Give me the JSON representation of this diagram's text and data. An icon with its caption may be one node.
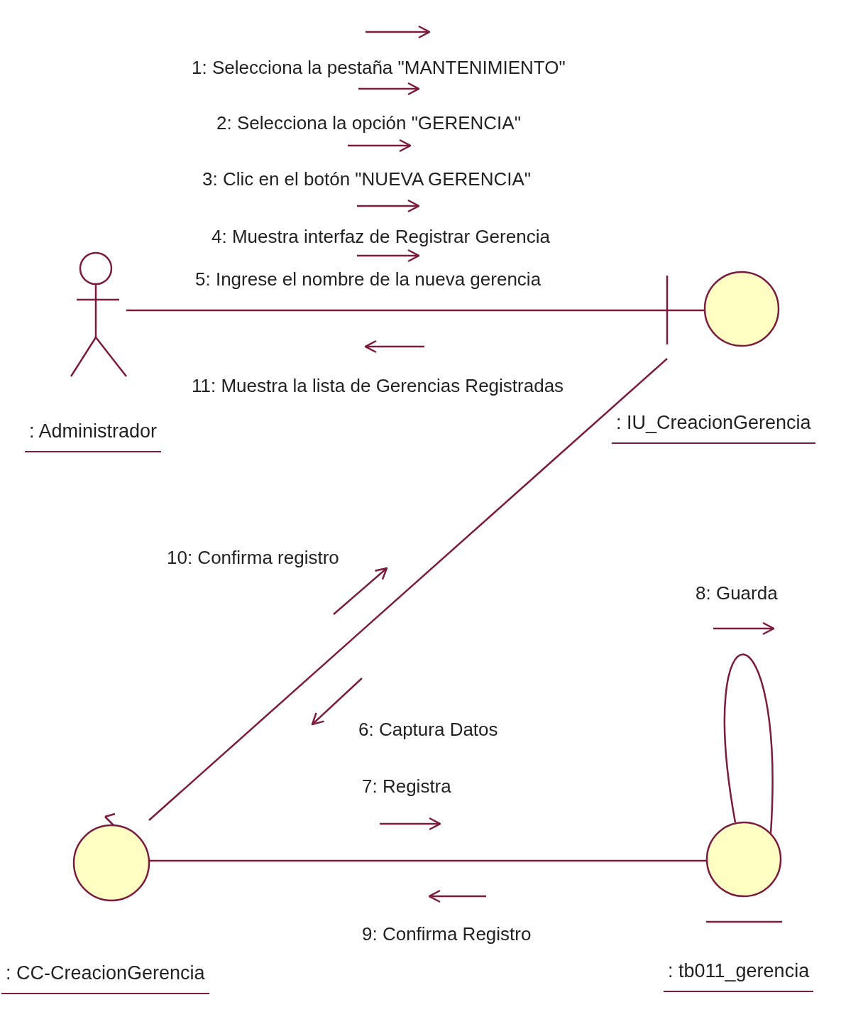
{
  "diagram": {
    "nodes": [
      {
        "text": [
          ": Administrador"
        ]
      },
      {
        "text": [
          ": IU_CreacionGerencia"
        ]
      },
      {
        "text": [
          ": CC-CreacionGerencia"
        ]
      },
      {
        "text": [
          ": tb011_gerencia"
        ]
      }
    ],
    "edges": [
      {
        "from": 0,
        "to": 1,
        "arrow": "none"
      },
      {
        "from": 1,
        "to": 2,
        "arrow": "none"
      },
      {
        "from": 2,
        "to": 3,
        "arrow": "none"
      },
      {
        "from": 3,
        "to": 3,
        "arrow": "none"
      }
    ],
    "labels": [
      "1: Selecciona la pestaña \"MANTENIMIENTO\"",
      "2: Selecciona la opción \"GERENCIA\"",
      "3: Clic en el botón \"NUEVA GERENCIA\"",
      "4: Muestra interfaz de Registrar Gerencia",
      "5: Ingrese el nombre de la nueva gerencia",
      "11: Muestra la lista de Gerencias Registradas",
      "10: Confirma registro",
      "8: Guarda",
      "6: Captura Datos",
      "7: Registra",
      "9: Confirma Registro"
    ]
  }
}
